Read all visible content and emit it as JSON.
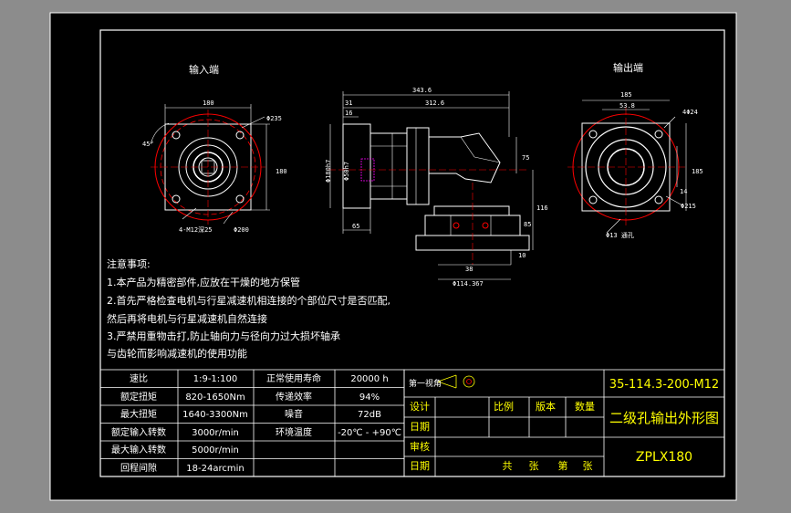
{
  "views": {
    "input_end_label": "输入端",
    "output_end_label": "输出端"
  },
  "dimensions": {
    "front": {
      "d180": "180",
      "d235": "Φ235",
      "angle45": "45°",
      "d180v": "180",
      "holes": "4-M12深25",
      "d200": "Φ200"
    },
    "side": {
      "len3436": "343.6",
      "len31": "31",
      "len3126": "312.6",
      "len16": "16",
      "dia180h7": "Φ180h7",
      "dia50h7": "Φ50h7",
      "len65": "65",
      "h75": "75",
      "h116": "116",
      "h85": "85",
      "h10": "10",
      "d38": "38",
      "d114": "Φ114.367"
    },
    "back": {
      "w185": "185",
      "w538": "53.8",
      "holes": "4Φ24",
      "h14": "14",
      "h185": "185",
      "d215": "Φ215",
      "bore": "Φ13 通孔"
    }
  },
  "notes": {
    "title": "注意事项:",
    "lines": [
      "1.本产品为精密部件,应放在干燥的地方保管",
      "2.首先严格检查电机与行星减速机相连接的个部位尺寸是否匹配,",
      "然后再将电机与行星减速机自然连接",
      "3.严禁用重物击打,防止轴向力与径向力过大损坏轴承",
      "与齿轮而影响减速机的使用功能"
    ]
  },
  "spec_table": {
    "rows": [
      {
        "label1": "速比",
        "value1": "1:9-1:100",
        "label2": "正常使用寿命",
        "value2": "20000 h"
      },
      {
        "label1": "额定扭矩",
        "value1": "820-1650Nm",
        "label2": "传递效率",
        "value2": "94%"
      },
      {
        "label1": "最大扭矩",
        "value1": "1640-3300Nm",
        "label2": "噪音",
        "value2": "72dB"
      },
      {
        "label1": "额定输入转数",
        "value1": "3000r/min",
        "label2": "环境温度",
        "value2": "-20℃ - +90℃"
      },
      {
        "label1": "最大输入转数",
        "value1": "5000r/min",
        "label2": "",
        "value2": ""
      },
      {
        "label1": "回程间隙",
        "value1": "18-24arcmin",
        "label2": "",
        "value2": ""
      }
    ]
  },
  "title_block": {
    "projection": "第一视角",
    "drawing_number": "35-114.3-200-M12",
    "design": "设计",
    "date1": "日期",
    "review": "审核",
    "date2": "日期",
    "scale": "比例",
    "version": "版本",
    "quantity": "数量",
    "drawing_title": "二级孔输出外形图",
    "model": "ZPLX180",
    "total": "共",
    "sheet_unit1": "张",
    "page": "第",
    "sheet_unit2": "张"
  },
  "colors": {
    "background": "#000000",
    "frame": "#ffffff",
    "red": "#ff0000",
    "yellow": "#ffff00",
    "cyan": "#00ffff",
    "magenta": "#ff00ff",
    "window": "#8c8c8c"
  }
}
